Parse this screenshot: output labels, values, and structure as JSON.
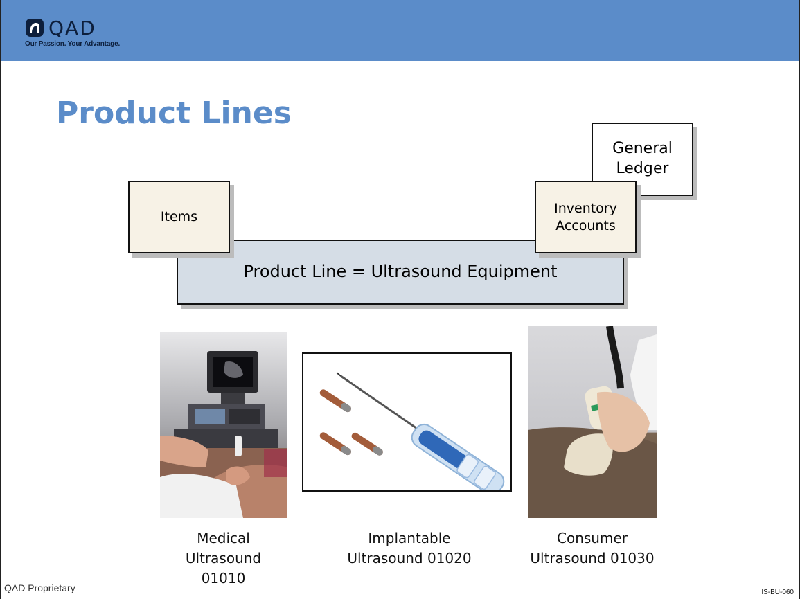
{
  "header": {
    "brand": "QAD",
    "tagline": "Our Passion. Your Advantage.",
    "banner_color": "#5b8cc9"
  },
  "slide": {
    "title": "Product Lines",
    "title_color": "#5b8cc9"
  },
  "diagram": {
    "general_ledger": "General\nLedger",
    "items": "Items",
    "inventory_accounts": "Inventory\nAccounts",
    "product_line": "Product Line = Ultrasound Equipment",
    "box_fill": "#f7f2e6",
    "product_line_fill": "#d5dde6"
  },
  "products": [
    {
      "caption": "Medical\nUltrasound\n01010",
      "image": "ultrasound-machine-photo"
    },
    {
      "caption": "Implantable\nUltrasound 01020",
      "image": "implant-syringe-photo"
    },
    {
      "caption": "Consumer\nUltrasound 01030",
      "image": "handheld-probe-photo"
    }
  ],
  "footer": {
    "left": "QAD Proprietary",
    "right": "IS-BU-060"
  }
}
